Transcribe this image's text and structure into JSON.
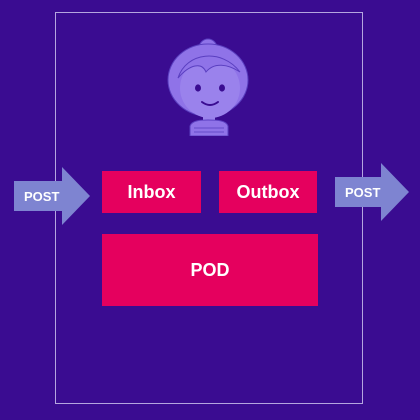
{
  "diagram": {
    "left_arrow_label": "POST",
    "right_arrow_label": "POST",
    "inbox_label": "Inbox",
    "outbox_label": "Outbox",
    "pod_label": "POD",
    "avatar_icon": "person-avatar-icon"
  },
  "colors": {
    "background": "#3a0c91",
    "box": "#e5005e",
    "arrow": "#7e84d1",
    "avatar": "#8f73e8",
    "frame_border": "#b5a6e0"
  }
}
